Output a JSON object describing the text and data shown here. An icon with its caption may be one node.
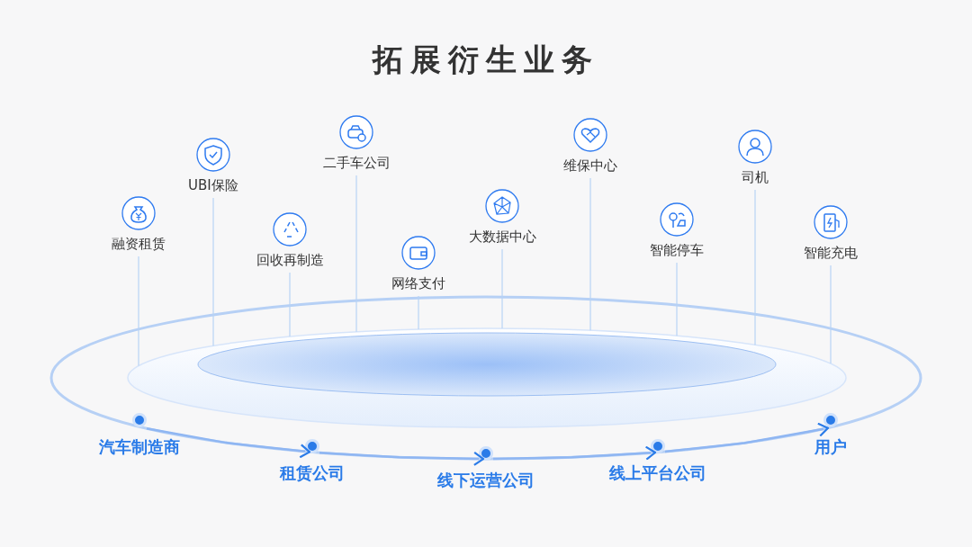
{
  "diagram": {
    "title": "拓展衍生业务",
    "nodes": [
      {
        "text": [
          "融资租赁"
        ]
      },
      {
        "text": [
          "UBI保险"
        ]
      },
      {
        "text": [
          "回收再制造"
        ]
      },
      {
        "text": [
          "二手车公司"
        ]
      },
      {
        "text": [
          "网络支付"
        ]
      },
      {
        "text": [
          "大数据中心"
        ]
      },
      {
        "text": [
          "维保中心"
        ]
      },
      {
        "text": [
          "智能停车"
        ]
      },
      {
        "text": [
          "司机"
        ]
      },
      {
        "text": [
          "智能充电"
        ]
      },
      {
        "text": [],
        "shape": "ellipse"
      },
      {
        "text": [
          "汽车制造商"
        ]
      },
      {
        "text": [
          "租赁公司"
        ]
      },
      {
        "text": [
          "线下运营公司"
        ]
      },
      {
        "text": [
          "线上平台公司"
        ]
      },
      {
        "text": [
          "用户"
        ]
      }
    ],
    "edges": [
      {
        "from": 0,
        "to": 10,
        "arrow": "none"
      },
      {
        "from": 1,
        "to": 10,
        "arrow": "none"
      },
      {
        "from": 2,
        "to": 10,
        "arrow": "none"
      },
      {
        "from": 3,
        "to": 10,
        "arrow": "none"
      },
      {
        "from": 4,
        "to": 10,
        "arrow": "none"
      },
      {
        "from": 5,
        "to": 10,
        "arrow": "none"
      },
      {
        "from": 6,
        "to": 10,
        "arrow": "none"
      },
      {
        "from": 7,
        "to": 10,
        "arrow": "none"
      },
      {
        "from": 8,
        "to": 10,
        "arrow": "none"
      },
      {
        "from": 9,
        "to": 10,
        "arrow": "none"
      },
      {
        "from": 11,
        "to": 12,
        "arrow": "to"
      },
      {
        "from": 12,
        "to": 13,
        "arrow": "to"
      },
      {
        "from": 13,
        "to": 14,
        "arrow": "to"
      },
      {
        "from": 14,
        "to": 15,
        "arrow": "to"
      }
    ]
  }
}
